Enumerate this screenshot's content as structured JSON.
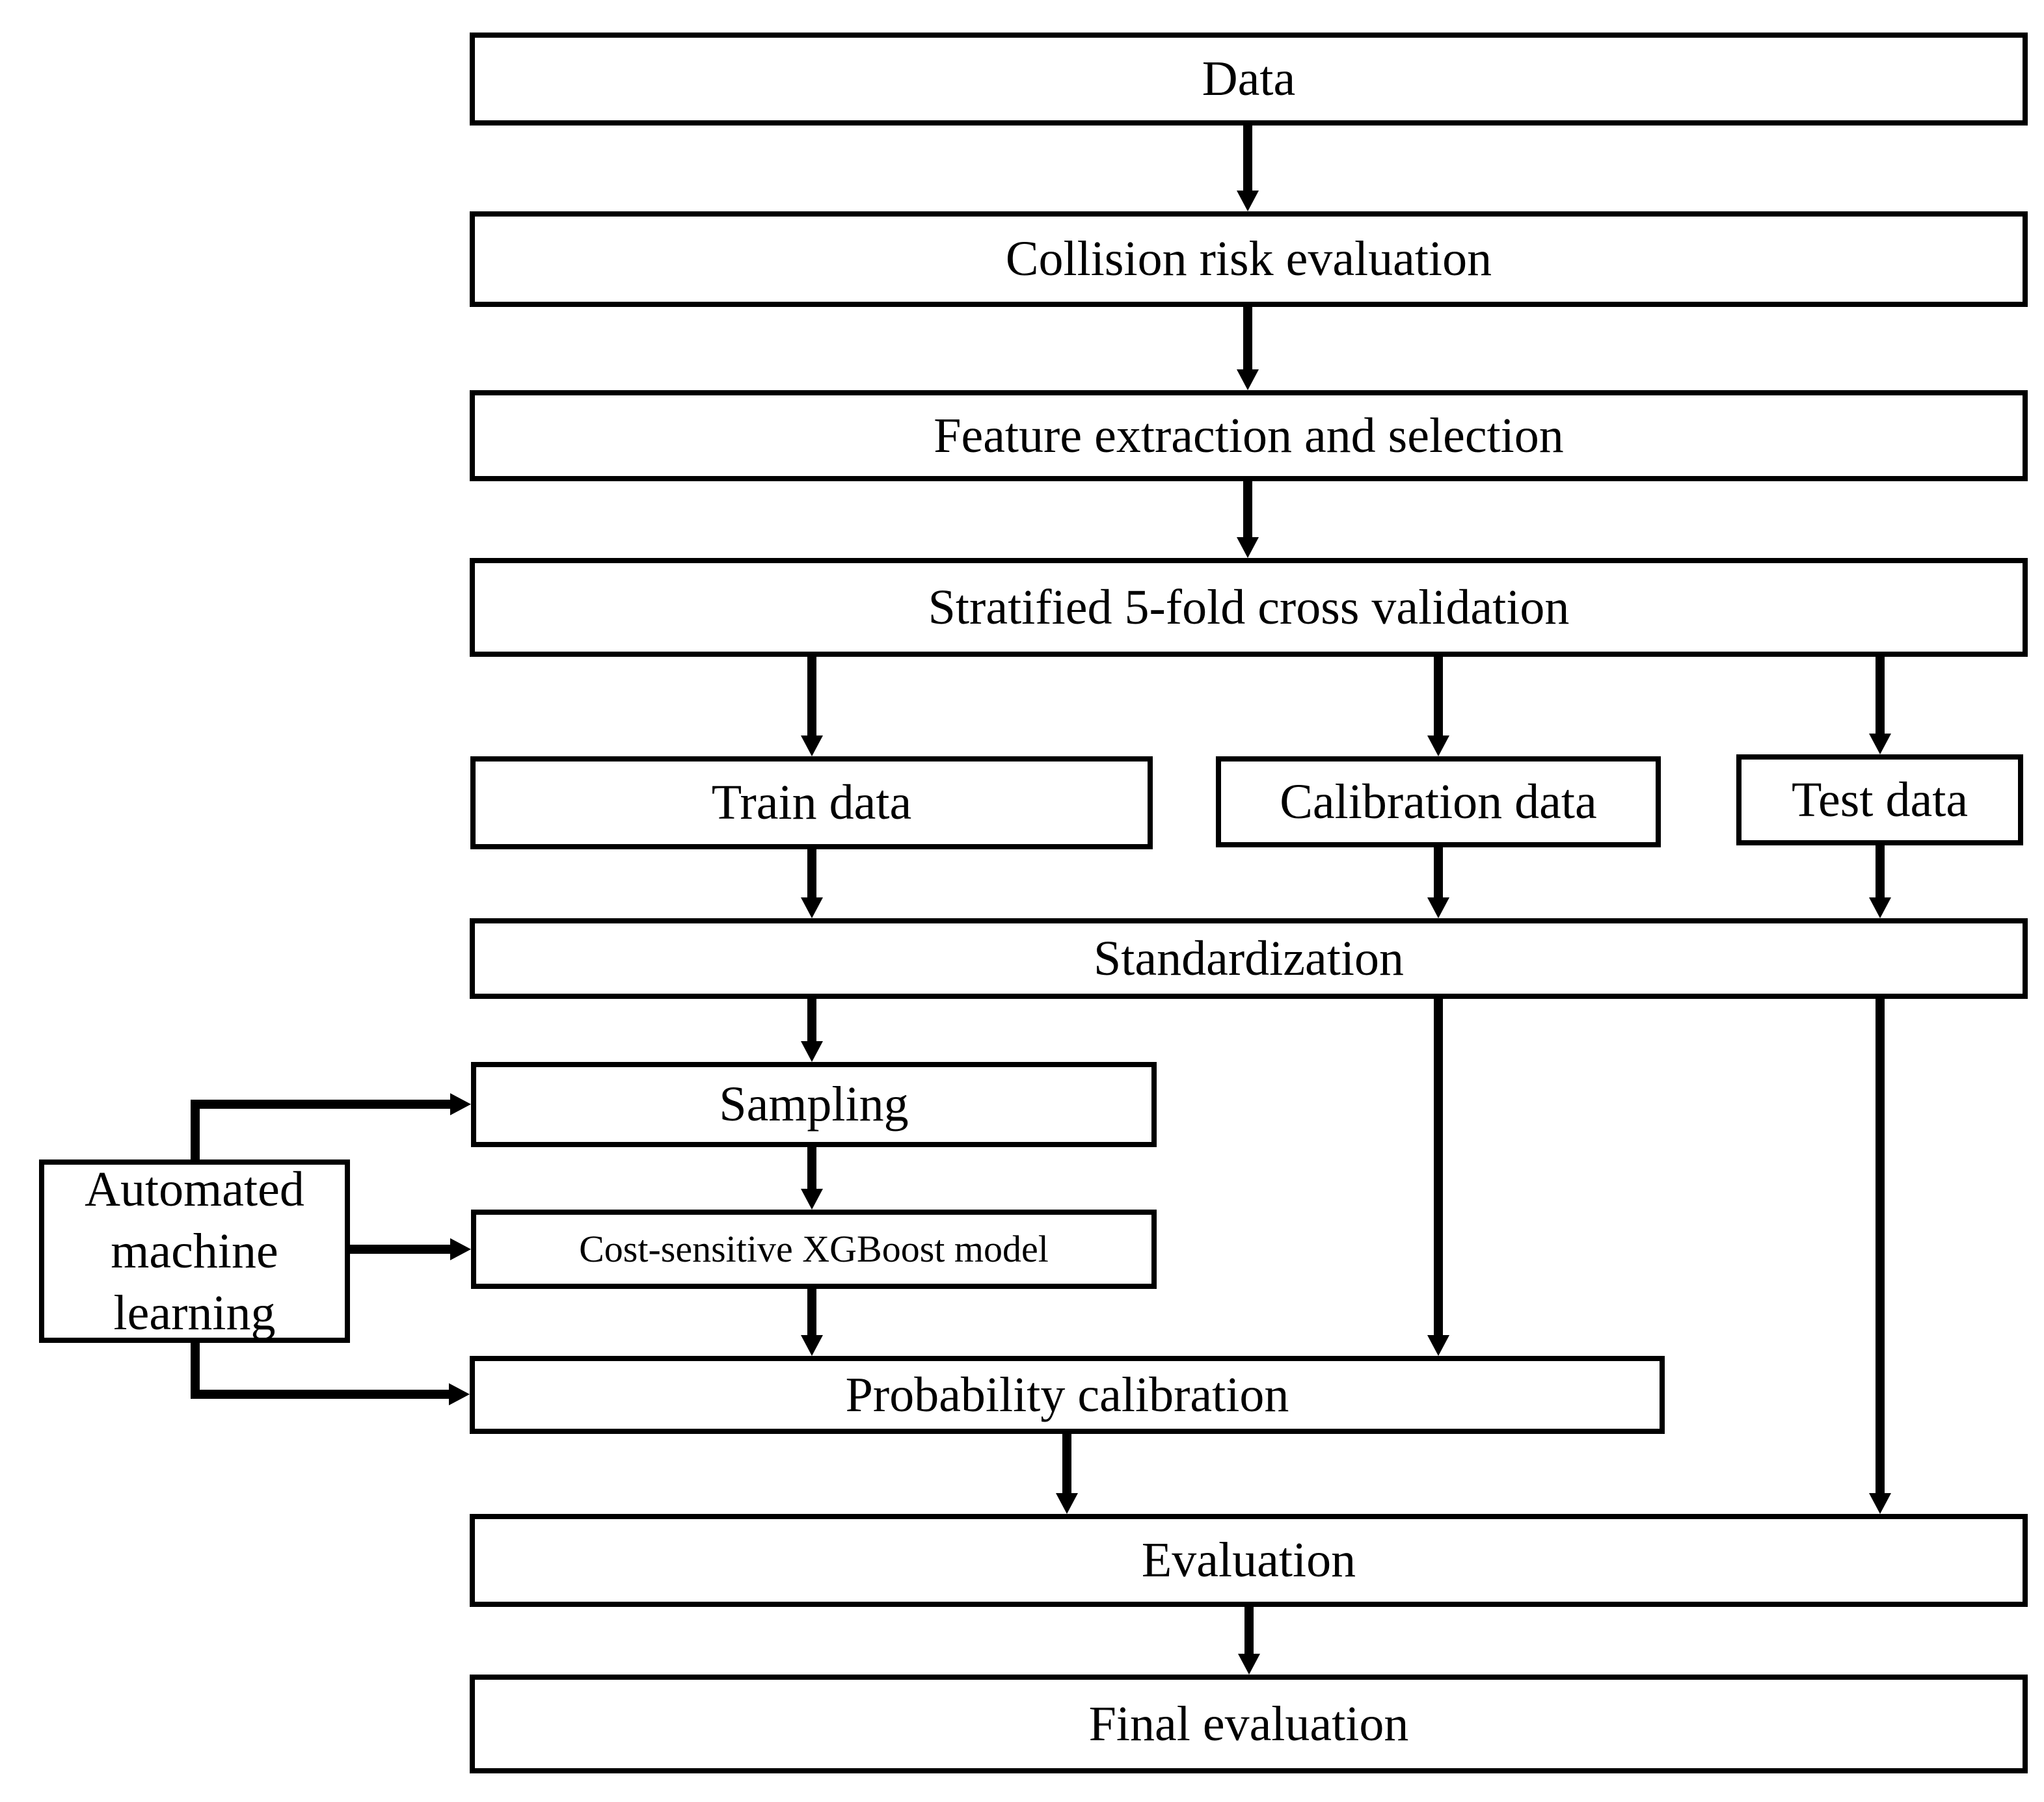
{
  "diagram": {
    "title": "Machine learning pipeline flowchart",
    "colors": {
      "background": "#ffffff",
      "box_fill": "#ffffff",
      "line": "#000000",
      "text": "#000000"
    },
    "nodes": {
      "data": {
        "label": "Data"
      },
      "collision": {
        "label": "Collision risk evaluation"
      },
      "feature": {
        "label": "Feature extraction and selection"
      },
      "stratified": {
        "label": "Stratified 5-fold cross validation"
      },
      "train": {
        "label": "Train data"
      },
      "calibration": {
        "label": "Calibration data"
      },
      "test": {
        "label": "Test data"
      },
      "standardization": {
        "label": "Standardization"
      },
      "sampling": {
        "label": "Sampling"
      },
      "automl": {
        "label": "Automated machine learning"
      },
      "xgboost": {
        "label": "Cost-sensitive XGBoost model"
      },
      "prob_calibration": {
        "label": "Probability calibration"
      },
      "evaluation": {
        "label": "Evaluation"
      },
      "final_evaluation": {
        "label": "Final evaluation"
      }
    },
    "edges": [
      {
        "from": "data",
        "to": "collision"
      },
      {
        "from": "collision",
        "to": "feature"
      },
      {
        "from": "feature",
        "to": "stratified"
      },
      {
        "from": "stratified",
        "to": "train"
      },
      {
        "from": "stratified",
        "to": "calibration"
      },
      {
        "from": "stratified",
        "to": "test"
      },
      {
        "from": "train",
        "to": "standardization"
      },
      {
        "from": "calibration",
        "to": "standardization"
      },
      {
        "from": "test",
        "to": "standardization"
      },
      {
        "from": "standardization",
        "to": "sampling"
      },
      {
        "from": "sampling",
        "to": "xgboost"
      },
      {
        "from": "xgboost",
        "to": "prob_calibration"
      },
      {
        "from": "standardization",
        "to": "prob_calibration"
      },
      {
        "from": "standardization",
        "to": "evaluation"
      },
      {
        "from": "prob_calibration",
        "to": "evaluation"
      },
      {
        "from": "evaluation",
        "to": "final_evaluation"
      },
      {
        "from": "automl",
        "to": "sampling"
      },
      {
        "from": "automl",
        "to": "xgboost"
      },
      {
        "from": "automl",
        "to": "prob_calibration"
      }
    ]
  }
}
